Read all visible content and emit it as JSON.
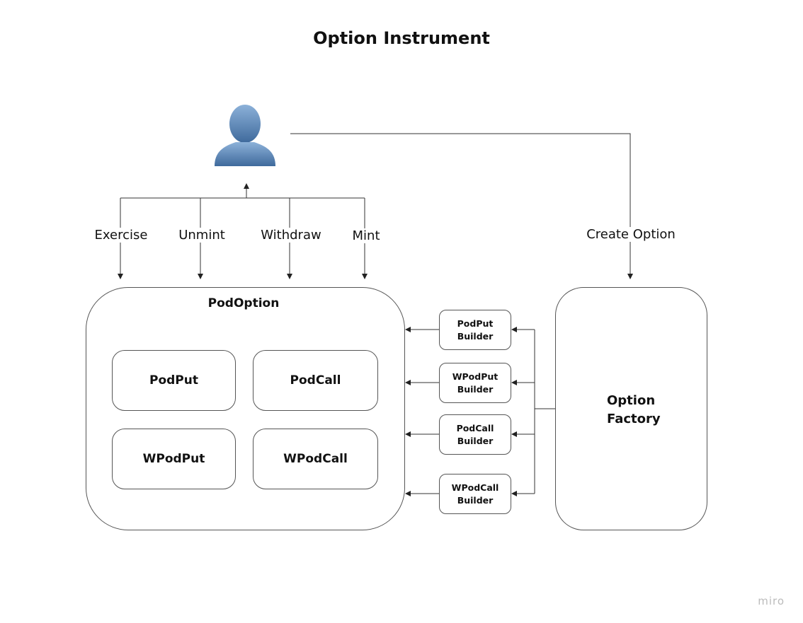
{
  "title": "Option Instrument",
  "actions": [
    "Exercise",
    "Unmint",
    "Withdraw",
    "Mint"
  ],
  "create_option": "Create Option",
  "pod_option": {
    "label": "PodOption",
    "items": [
      "PodPut",
      "PodCall",
      "WPodPut",
      "WPodCall"
    ]
  },
  "builders": [
    {
      "line1": "PodPut",
      "line2": "Builder"
    },
    {
      "line1": "WPodPut",
      "line2": "Builder"
    },
    {
      "line1": "PodCall",
      "line2": "Builder"
    },
    {
      "line1": "WPodCall",
      "line2": "Builder"
    }
  ],
  "factory": {
    "line1": "Option",
    "line2": "Factory"
  },
  "brand": "miro",
  "colors": {
    "user_icon": "#5f87b5",
    "stroke": "#222222"
  }
}
